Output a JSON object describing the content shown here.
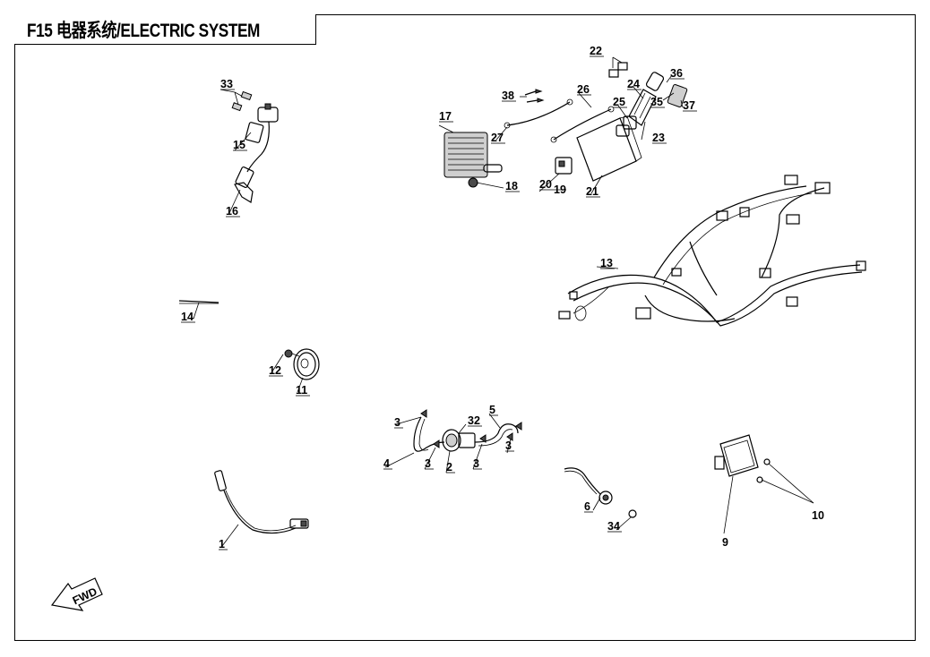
{
  "title": "F15 电器系统/ELECTRIC SYSTEM",
  "fwd_label": "FWD",
  "callouts": [
    {
      "id": "c1",
      "text": "1"
    },
    {
      "id": "c2",
      "text": "2"
    },
    {
      "id": "c3a",
      "text": "3"
    },
    {
      "id": "c3b",
      "text": "3"
    },
    {
      "id": "c3c",
      "text": "3"
    },
    {
      "id": "c3d",
      "text": "3"
    },
    {
      "id": "c4",
      "text": "4"
    },
    {
      "id": "c5",
      "text": "5"
    },
    {
      "id": "c6",
      "text": "6"
    },
    {
      "id": "c9",
      "text": "9"
    },
    {
      "id": "c10",
      "text": "10"
    },
    {
      "id": "c11",
      "text": "11"
    },
    {
      "id": "c12",
      "text": "12"
    },
    {
      "id": "c13",
      "text": "13"
    },
    {
      "id": "c14",
      "text": "14"
    },
    {
      "id": "c15",
      "text": "15"
    },
    {
      "id": "c16",
      "text": "16"
    },
    {
      "id": "c17",
      "text": "17"
    },
    {
      "id": "c18",
      "text": "18"
    },
    {
      "id": "c19",
      "text": "19"
    },
    {
      "id": "c20",
      "text": "20"
    },
    {
      "id": "c21",
      "text": "21"
    },
    {
      "id": "c22",
      "text": "22"
    },
    {
      "id": "c23",
      "text": "23"
    },
    {
      "id": "c24",
      "text": "24"
    },
    {
      "id": "c25",
      "text": "25"
    },
    {
      "id": "c26",
      "text": "26"
    },
    {
      "id": "c27",
      "text": "27"
    },
    {
      "id": "c32",
      "text": "32"
    },
    {
      "id": "c33",
      "text": "33"
    },
    {
      "id": "c34",
      "text": "34"
    },
    {
      "id": "c35",
      "text": "35"
    },
    {
      "id": "c36",
      "text": "36"
    },
    {
      "id": "c37",
      "text": "37"
    },
    {
      "id": "c38",
      "text": "38"
    }
  ]
}
